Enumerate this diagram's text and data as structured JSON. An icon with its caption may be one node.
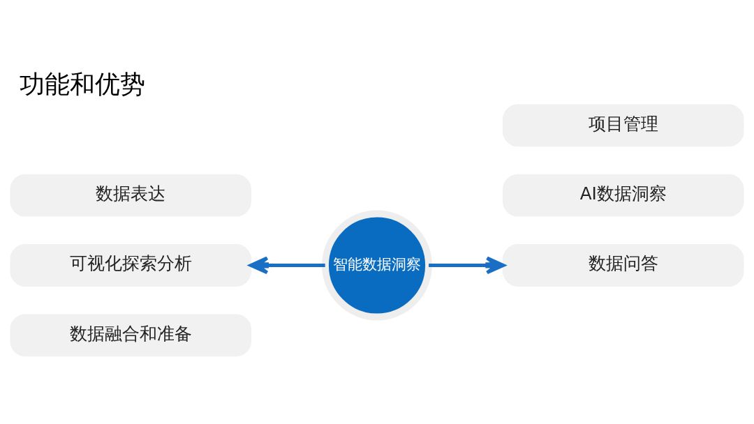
{
  "diagram": {
    "title": "功能和优势",
    "nodes": [
      {
        "text": [
          "数据融合和准备"
        ]
      },
      {
        "text": [
          "可视化探索分析"
        ]
      },
      {
        "text": [
          "数据表达"
        ]
      },
      {
        "text": [
          "智能数据洞察"
        ]
      },
      {
        "text": [
          "AI数据洞察"
        ]
      },
      {
        "text": [
          "数据问答"
        ]
      },
      {
        "text": [
          "项目管理"
        ]
      }
    ],
    "edges": [
      {
        "from": 3,
        "to": 1,
        "arrow": "to"
      },
      {
        "from": 3,
        "to": 5,
        "arrow": "to"
      }
    ]
  }
}
